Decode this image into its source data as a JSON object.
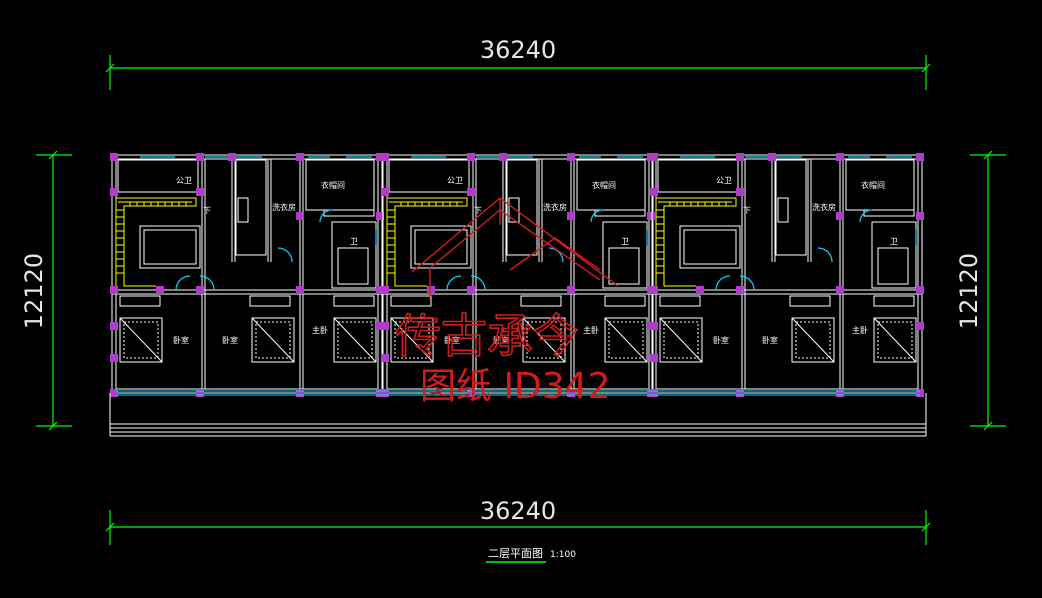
{
  "dimensions": {
    "top": "36240",
    "bottom": "36240",
    "left": "12120",
    "right": "12120"
  },
  "rooms": {
    "bathroom": "公卫",
    "laundry": "洗衣房",
    "cloakroom": "衣帽间",
    "master_bath": "卫",
    "bedroom": "卧室",
    "master_bedroom": "主卧",
    "down": "下"
  },
  "watermark": {
    "brand": "传古承今",
    "id_text": "图纸 ID342",
    "color": "#d21c1c"
  },
  "title": {
    "text": "二层平面图",
    "scale": "1:100"
  },
  "colors": {
    "background": "#000000",
    "dimension": "#00ff00",
    "wall": "#ffffff",
    "column": "#b03cc8",
    "window": "#00d8ff",
    "stair": "#ffff00"
  }
}
